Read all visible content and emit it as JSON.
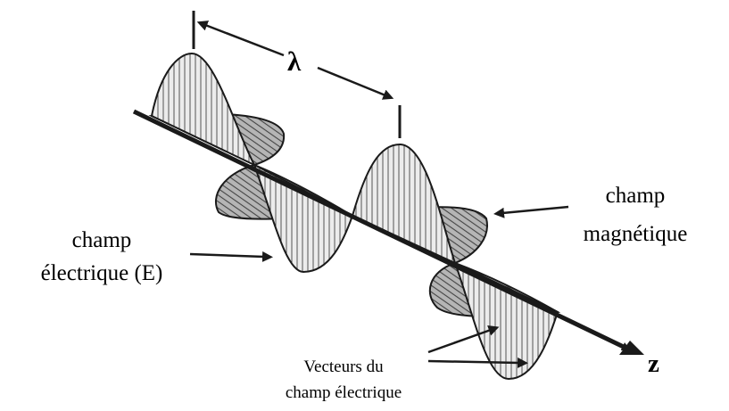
{
  "diagram": {
    "wavelength_symbol": "λ",
    "axis_label": "z",
    "electric_field_label": [
      "champ",
      "électrique (E)"
    ],
    "magnetic_field_label": [
      "champ",
      "magnétique"
    ],
    "vectors_label": [
      "Vecteurs du",
      "champ électrique"
    ],
    "colors": {
      "ink": "#1a1a1a",
      "electric_fill": "#e6e6e6",
      "magnetic_fill": "#a8a8a8",
      "hatch": "#555555"
    }
  }
}
